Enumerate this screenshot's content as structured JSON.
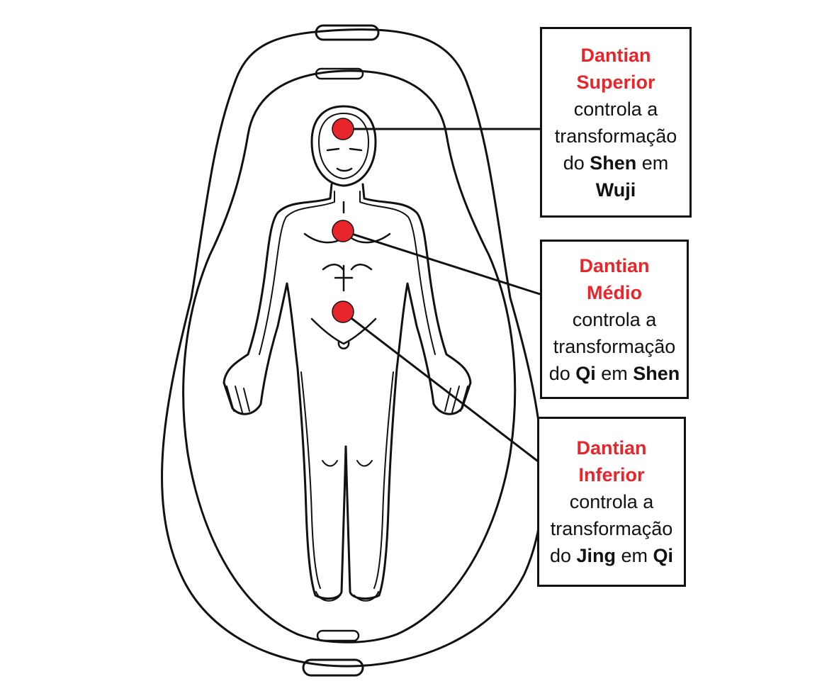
{
  "colors": {
    "accent": "#e8252b",
    "line": "#111111",
    "background": "#ffffff"
  },
  "boxes": {
    "superior": {
      "title_1": "Dantian",
      "title_2": "Superior",
      "line_1": "controla a",
      "line_2": "transformação",
      "line_3_pre": "do ",
      "line_3_bold": "Shen",
      "line_3_post": " em",
      "line_4_bold": "Wuji"
    },
    "medio": {
      "title_1": "Dantian",
      "title_2": "Médio",
      "line_1": "controla a",
      "line_2": "transformação",
      "line_3_pre": "do ",
      "line_3_bold": "Qi",
      "line_3_mid": " em ",
      "line_3_bold2": "Shen"
    },
    "inferior": {
      "title_1": "Dantian",
      "title_2": "Inferior",
      "line_1": "controla a",
      "line_2": "transformação",
      "line_3_pre": "do ",
      "line_3_bold": "Jing",
      "line_3_mid": " em ",
      "line_3_bold2": "Qi"
    }
  },
  "points": [
    {
      "name": "dantian-superior"
    },
    {
      "name": "dantian-medio"
    },
    {
      "name": "dantian-inferior"
    }
  ]
}
